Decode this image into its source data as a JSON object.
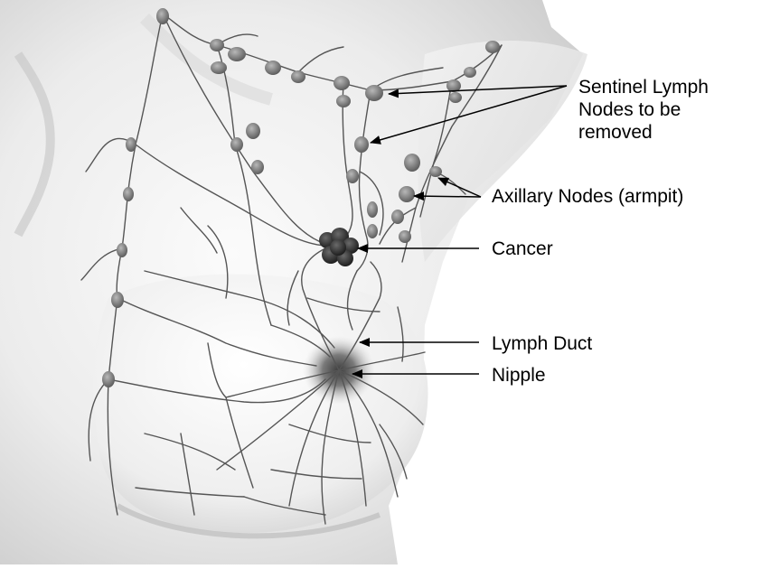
{
  "labels": {
    "sentinel": "Sentinel Lymph\nNodes to be\nremoved",
    "axillary": "Axillary Nodes (armpit)",
    "cancer": "Cancer",
    "duct": "Lymph Duct",
    "nipple": "Nipple"
  },
  "colors": {
    "skin_light": "#f4f4f4",
    "skin_shade": "#d6d6d6",
    "vessel": "#5a5a5a",
    "node": "#8e8e8e",
    "node_dark": "#4a4a4a",
    "tumor": "#3a3a3a",
    "arrow": "#000000"
  }
}
